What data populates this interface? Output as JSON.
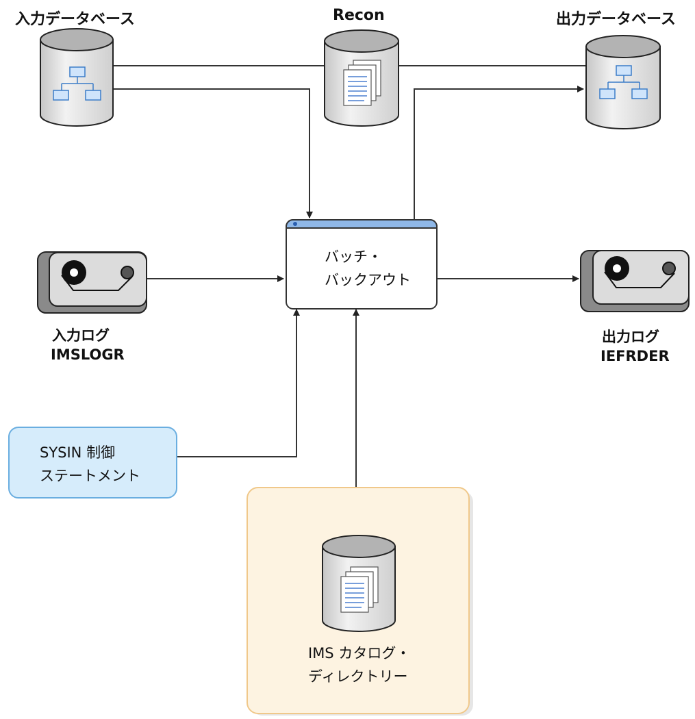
{
  "nodes": {
    "input_db": {
      "label": "入力データベース"
    },
    "recon": {
      "label": "Recon"
    },
    "output_db": {
      "label": "出力データベース"
    },
    "batch": {
      "label_line1": "バッチ・",
      "label_line2": "バックアウト"
    },
    "input_log": {
      "label_line1": "入力ログ",
      "label_line2": "IMSLOGR"
    },
    "output_log": {
      "label_line1": "出力ログ",
      "label_line2": "IEFRDER"
    },
    "sysin": {
      "label_line1": "SYSIN 制御",
      "label_line2": "ステートメント"
    },
    "catalog": {
      "label_line1": "IMS カタログ・",
      "label_line2": "ディレクトリー"
    }
  },
  "colors": {
    "line": "#333333",
    "cylinder_fill": "#d9d9d9",
    "cylinder_top": "#b3b3b3",
    "tree_box": "#cfe4fb",
    "tree_stroke": "#3b7cc8",
    "batch_header": "#8fb8e8",
    "sysin_fill": "#d6ecfb",
    "sysin_stroke": "#6aaee0",
    "catalog_fill": "#fdf3e1",
    "catalog_stroke": "#f0c88a"
  }
}
